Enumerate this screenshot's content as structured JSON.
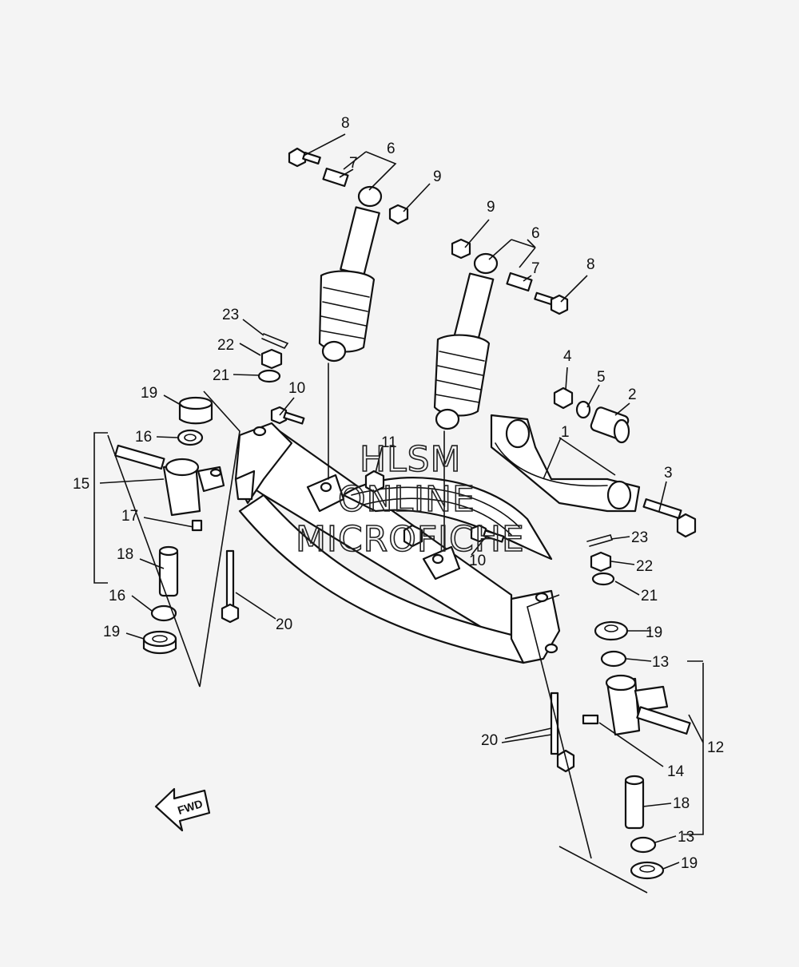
{
  "watermark": {
    "line1": "HLSM",
    "line2": "ONLINE",
    "line3": "MICROFICHE"
  },
  "direction_label": "FWD",
  "callouts": {
    "c1": "1",
    "c2": "2",
    "c3": "3",
    "c4": "4",
    "c5": "5",
    "c6a": "6",
    "c6b": "6",
    "c7a": "7",
    "c7b": "7",
    "c8a": "8",
    "c8b": "8",
    "c9a": "9",
    "c9b": "9",
    "c10a": "10",
    "c10b": "10",
    "c11": "11",
    "c12": "12",
    "c13a": "13",
    "c13b": "13",
    "c14": "14",
    "c15": "15",
    "c16a": "16",
    "c16b": "16",
    "c17": "17",
    "c18a": "18",
    "c18b": "18",
    "c19a": "19",
    "c19b": "19",
    "c19c": "19",
    "c19d": "19",
    "c20a": "20",
    "c20b": "20",
    "c21a": "21",
    "c21b": "21",
    "c22a": "22",
    "c22b": "22",
    "c23a": "23",
    "c23b": "23"
  }
}
